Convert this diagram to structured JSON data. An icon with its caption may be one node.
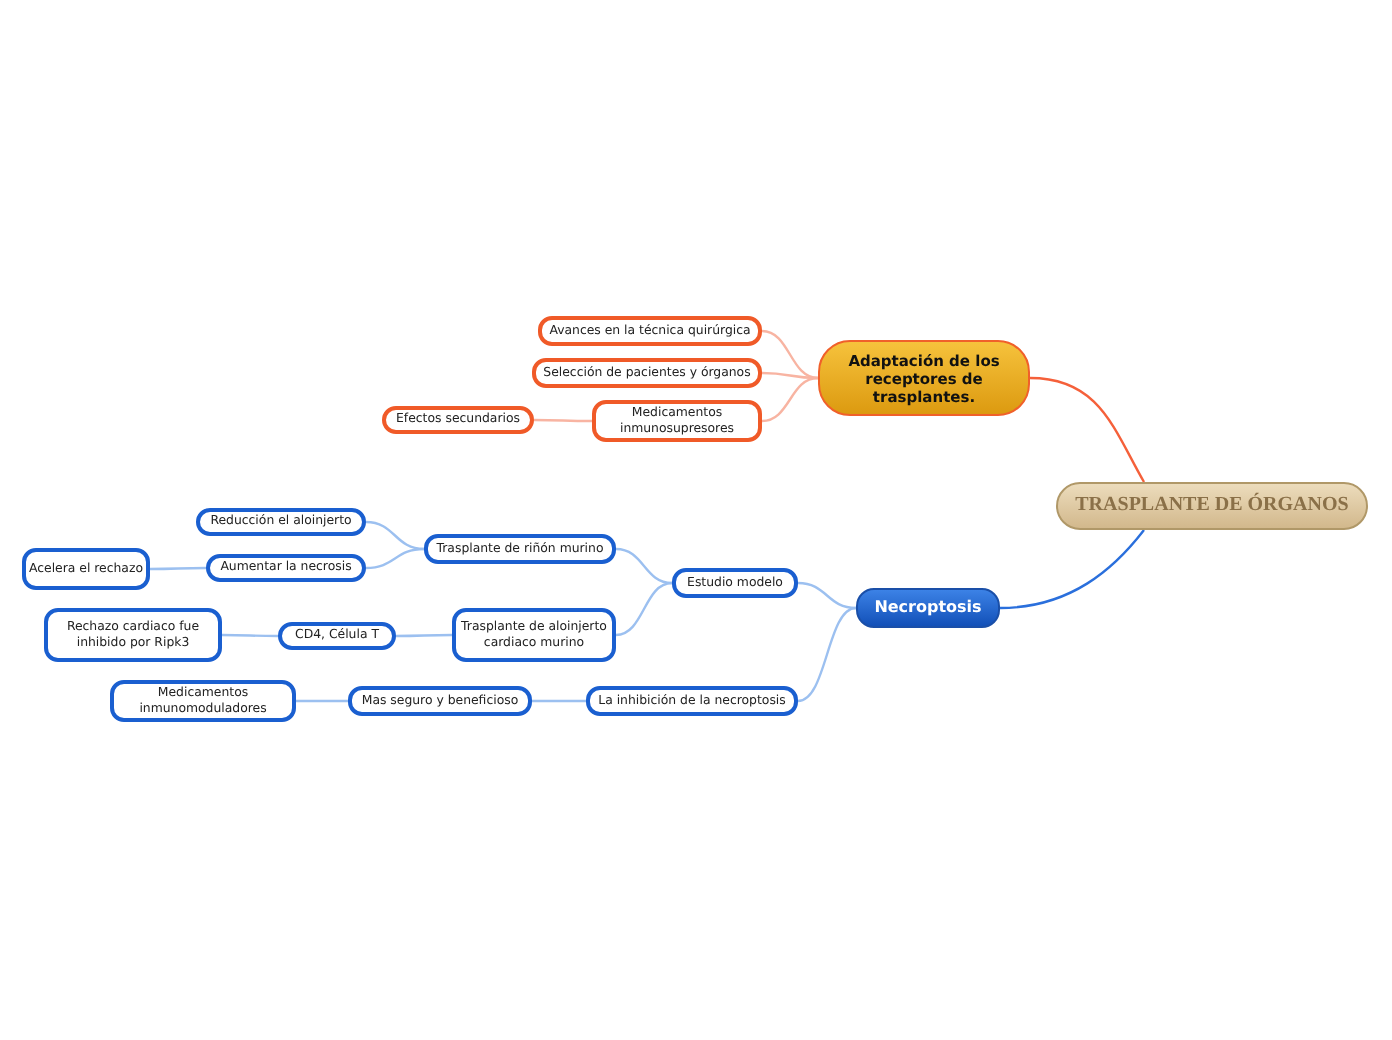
{
  "diagram": {
    "nodes": [
      {
        "text": [
          "TRASPLANTE DE ÓRGANOS"
        ]
      },
      {
        "text": [
          "Adaptación de los receptores de trasplantes."
        ]
      },
      {
        "text": [
          "Avances en la técnica quirúrgica"
        ]
      },
      {
        "text": [
          "Selección de pacientes y órganos"
        ]
      },
      {
        "text": [
          "Medicamentos inmunosupresores"
        ]
      },
      {
        "text": [
          "Efectos secundarios"
        ]
      },
      {
        "text": [
          "Necroptosis"
        ]
      },
      {
        "text": [
          "Estudio modelo"
        ]
      },
      {
        "text": [
          "Trasplante de riñón murino"
        ]
      },
      {
        "text": [
          "Reducción el aloinjerto"
        ]
      },
      {
        "text": [
          "Aumentar la necrosis"
        ]
      },
      {
        "text": [
          "Acelera el rechazo"
        ]
      },
      {
        "text": [
          "Trasplante de aloinjerto cardiaco murino"
        ]
      },
      {
        "text": [
          "CD4, Célula T"
        ]
      },
      {
        "text": [
          "Rechazo cardiaco fue inhibido por Ripk3"
        ]
      },
      {
        "text": [
          "La inhibición de la necroptosis"
        ]
      },
      {
        "text": [
          "Mas seguro y beneficioso"
        ]
      },
      {
        "text": [
          "Medicamentos inmunomoduladores"
        ]
      }
    ],
    "edges": [
      {
        "from": 0,
        "to": 1,
        "arrow": "none",
        "color": "#f5603a"
      },
      {
        "from": 1,
        "to": 2,
        "arrow": "none",
        "color": "#f8b4a2"
      },
      {
        "from": 1,
        "to": 3,
        "arrow": "none",
        "color": "#f8b4a2"
      },
      {
        "from": 1,
        "to": 4,
        "arrow": "none",
        "color": "#f8b4a2"
      },
      {
        "from": 4,
        "to": 5,
        "arrow": "none",
        "color": "#f8b4a2"
      },
      {
        "from": 0,
        "to": 6,
        "arrow": "none",
        "color": "#2a6fdc"
      },
      {
        "from": 6,
        "to": 7,
        "arrow": "none",
        "color": "#9cc0f0"
      },
      {
        "from": 7,
        "to": 8,
        "arrow": "none",
        "color": "#9cc0f0"
      },
      {
        "from": 8,
        "to": 9,
        "arrow": "none",
        "color": "#9cc0f0"
      },
      {
        "from": 8,
        "to": 10,
        "arrow": "none",
        "color": "#9cc0f0"
      },
      {
        "from": 10,
        "to": 11,
        "arrow": "none",
        "color": "#9cc0f0"
      },
      {
        "from": 7,
        "to": 12,
        "arrow": "none",
        "color": "#9cc0f0"
      },
      {
        "from": 12,
        "to": 13,
        "arrow": "none",
        "color": "#9cc0f0"
      },
      {
        "from": 13,
        "to": 14,
        "arrow": "none",
        "color": "#9cc0f0"
      },
      {
        "from": 6,
        "to": 15,
        "arrow": "none",
        "color": "#9cc0f0"
      },
      {
        "from": 15,
        "to": 16,
        "arrow": "none",
        "color": "#9cc0f0"
      },
      {
        "from": 16,
        "to": 17,
        "arrow": "none",
        "color": "#9cc0f0"
      }
    ]
  }
}
